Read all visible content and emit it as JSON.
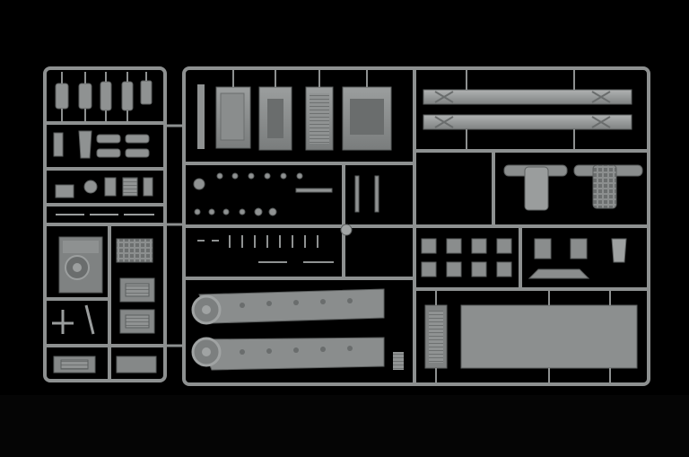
{
  "photo": {
    "background_color": "#000000",
    "plastic_color": "#8a8d8d",
    "plastic_highlight": "#a9abab",
    "plastic_shadow": "#5d6060",
    "subject": "model-kit-sprue"
  },
  "frames": [
    {
      "id": "left-frame",
      "parts": [
        "connector-strip",
        "hull-detail-parts",
        "wheel-hub-assembly",
        "cabinet-parts",
        "small-boxes"
      ]
    },
    {
      "id": "main-frame",
      "parts": [
        "armor-plates",
        "axle-rods",
        "small-fittings",
        "rail-beams",
        "lower-hull-sides",
        "deck-plate"
      ]
    }
  ]
}
